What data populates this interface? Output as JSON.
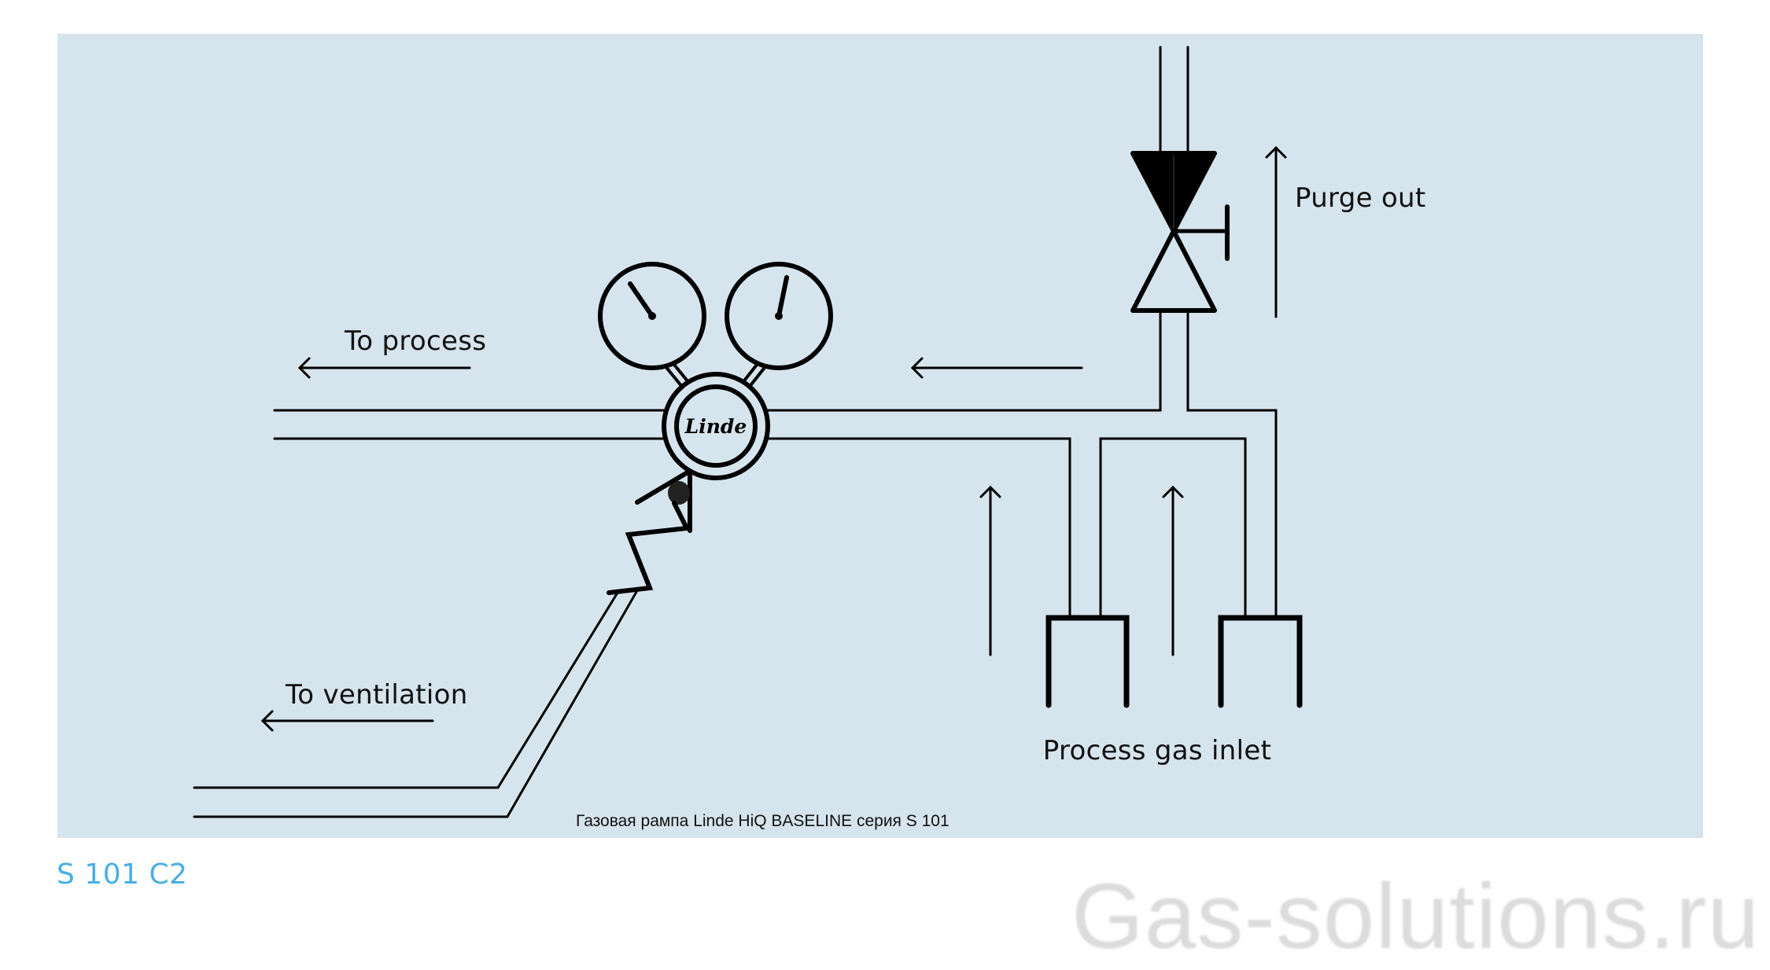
{
  "diagram": {
    "labels": {
      "to_process": "To process",
      "to_ventilation": "To ventilation",
      "purge_out": "Purge out",
      "process_gas_inlet": "Process gas inlet"
    },
    "regulator_brand": "Linde",
    "caption": "Газовая рампа Linde HiQ BASELINE серия S 101"
  },
  "model_code": "S 101 C2",
  "watermark": "Gas-solutions.ru",
  "colors": {
    "panel_background": "#d6e4ed",
    "line": "#000000",
    "model_code": "#4aaee6",
    "watermark": "#dcdcdc"
  },
  "icons": {
    "gauges": [
      "pressure-gauge-icon",
      "pressure-gauge-icon"
    ],
    "valve": "shutoff-valve-icon",
    "regulator": "pressure-regulator-icon",
    "relief": "relief-valve-icon",
    "flow_arrows": [
      "arrow-left-icon",
      "arrow-left-icon",
      "arrow-left-icon",
      "arrow-up-icon",
      "arrow-up-icon",
      "arrow-up-icon"
    ]
  }
}
